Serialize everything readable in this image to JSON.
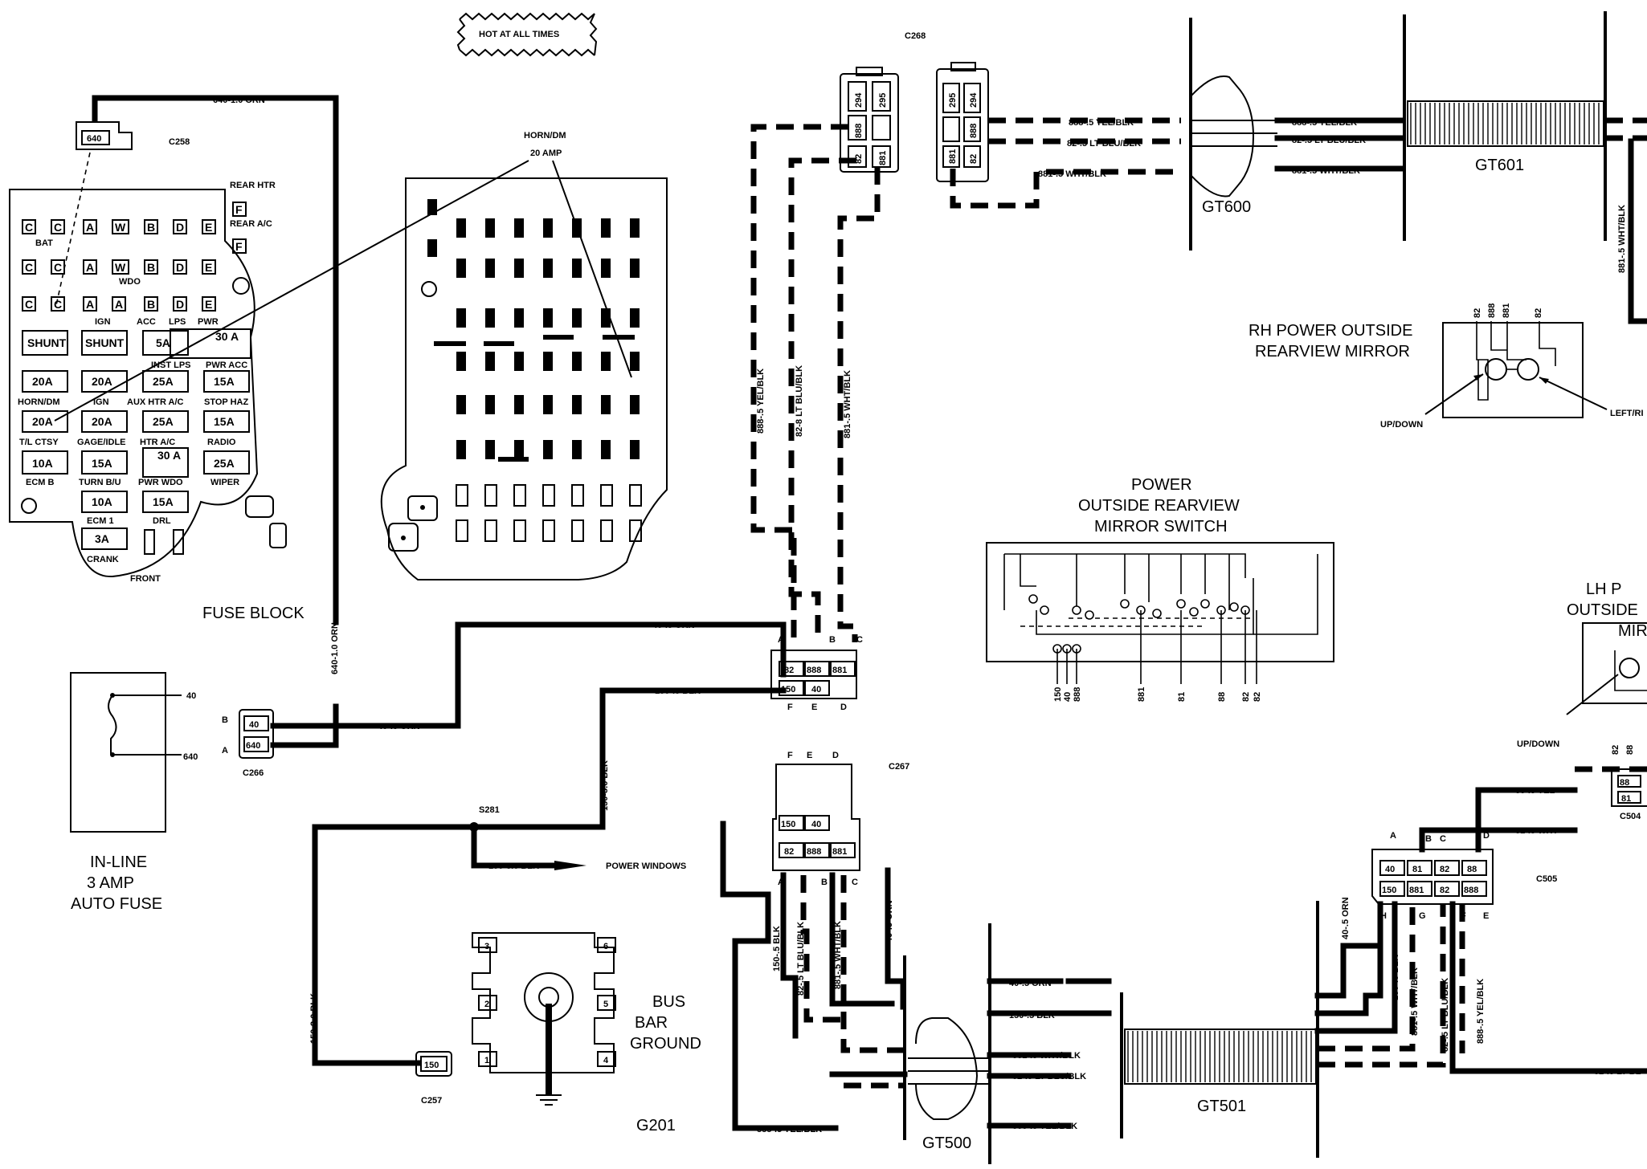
{
  "banner": "HOT AT ALL TIMES",
  "connectors": {
    "c258": "C258",
    "c266": "C266",
    "c267": "C267",
    "c268": "C268",
    "c257": "C257",
    "c505": "C505",
    "c504": "C504",
    "s281": "S281",
    "g201": "G201"
  },
  "fuse_block": {
    "title": "FUSE BLOCK",
    "front": "FRONT",
    "rear": "REAR",
    "rear_htr": "REAR HTR",
    "rear_ac": "REAR A/C",
    "bat": "BAT",
    "ign_top": "IGN",
    "wdo": "WDO",
    "ign2": "IGN",
    "acc": "ACC",
    "lps": "LPS",
    "pwr": "PWR",
    "shunt": "SHUNT",
    "f5a": "5A",
    "f30a": "30 A",
    "inst_lps": "INST LPS",
    "pwr_acc": "PWR ACC",
    "f20a": "20A",
    "f25a": "25A",
    "f15a": "15A",
    "f10a": "10A",
    "f3a": "3A",
    "horn_dm": "HORN/DM",
    "ign_lbl": "IGN",
    "aux_htr_ac": "AUX HTR A/C",
    "stop_haz": "STOP HAZ",
    "tl_ctsy": "T/L CTSY",
    "gage_idle": "GAGE/IDLE",
    "htr_ac": "HTR A/C",
    "radio": "RADIO",
    "ecm_b": "ECM B",
    "turn_bu": "TURN B/U",
    "pwr_wdo": "PWR WDO",
    "wiper": "WIPER",
    "ecm1": "ECM 1",
    "drl": "DRL",
    "crank": "CRANK",
    "c_letter": "C",
    "a_letter": "A",
    "w_letter": "W",
    "b_letter": "B",
    "d_letter": "D",
    "e_letter": "E",
    "f_letter": "F"
  },
  "horn_callout": {
    "line1": "HORN/DM",
    "line2": "20 AMP"
  },
  "inline_fuse": {
    "line1": "IN-LINE",
    "line2": "3 AMP",
    "line3": "AUTO FUSE",
    "pin40": "40",
    "pin640": "640"
  },
  "bus_bar": {
    "line1": "BUS",
    "line2": "BAR",
    "line3": "GROUND",
    "p1": "1",
    "p2": "2",
    "p3": "3",
    "p4": "4",
    "p5": "5",
    "p6": "6"
  },
  "wires": {
    "w640_1_0_orn": "640-1.0 ORN",
    "w40_5_orn": "40-.5 ORN",
    "w150_5_blk": "150-.5 BLK",
    "w150_3_0_blk": "150-3.0 BLK",
    "power_windows": "POWER WINDOWS",
    "w888_5_yel_blk": "888-.5 YEL/BLK",
    "w82_5_lt_blu_blk": "82-.5 LT BLU/BLK",
    "w881_5_wht_blk": "881-.5 WHT/BLK",
    "w82_8_lt_blu_blk": "82-8 LT BLU/BLK",
    "w88_5_yel": "88-.5 YEL",
    "w81_5_wht": "81-.5 WHT",
    "w82_5_lt_bl": "82-.5 LT BL"
  },
  "pins": {
    "p40": "40",
    "p640": "640",
    "p82": "82",
    "p888": "888",
    "p881": "881",
    "p150": "150",
    "p294": "294",
    "p295": "295",
    "p81": "81",
    "p88": "88",
    "A": "A",
    "B": "B",
    "C": "C",
    "D": "D",
    "E": "E",
    "F": "F",
    "G": "G",
    "H": "H"
  },
  "harness": {
    "gt600": "GT600",
    "gt601": "GT601",
    "gt500": "GT500",
    "gt501": "GT501"
  },
  "rh_mirror": {
    "line1": "RH POWER OUTSIDE",
    "line2": "REARVIEW MIRROR",
    "updown": "UP/DOWN",
    "leftright": "LEFT/RI"
  },
  "mirror_switch": {
    "line1": "POWER",
    "line2": "OUTSIDE REARVIEW",
    "line3": "MIRROR SWITCH"
  },
  "lh_mirror": {
    "line1": "LH P",
    "line2": "OUTSIDE",
    "line3": "MIR",
    "updown": "UP/DOWN"
  }
}
